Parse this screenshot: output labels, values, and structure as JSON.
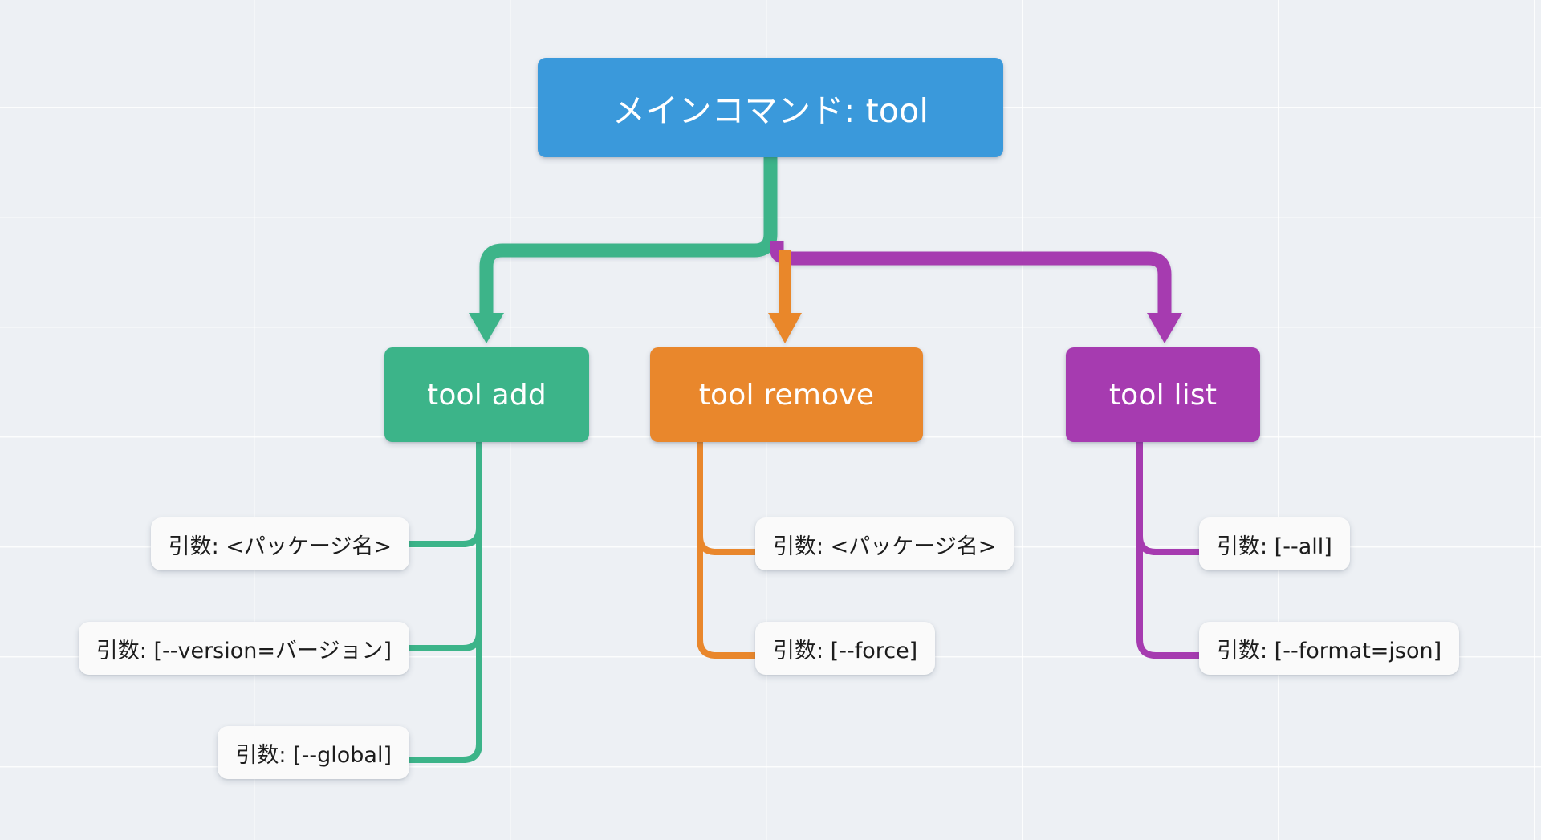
{
  "diagram": {
    "title_note": "command tree",
    "background_color": "#edf0f4",
    "root": {
      "label": "メインコマンド: tool",
      "color": "#3a99db"
    },
    "branches": [
      {
        "id": "add",
        "label": "tool add",
        "color": "#3cb489",
        "leaves": [
          {
            "label": "引数: <パッケージ名>"
          },
          {
            "label": "引数: [--version=バージョン]"
          },
          {
            "label": "引数: [--global]"
          }
        ]
      },
      {
        "id": "remove",
        "label": "tool remove",
        "color": "#e9872c",
        "leaves": [
          {
            "label": "引数: <パッケージ名>"
          },
          {
            "label": "引数: [--force]"
          }
        ]
      },
      {
        "id": "list",
        "label": "tool list",
        "color": "#a63bb0",
        "leaves": [
          {
            "label": "引数: [--all]"
          },
          {
            "label": "引数: [--format=json]"
          }
        ]
      }
    ]
  }
}
